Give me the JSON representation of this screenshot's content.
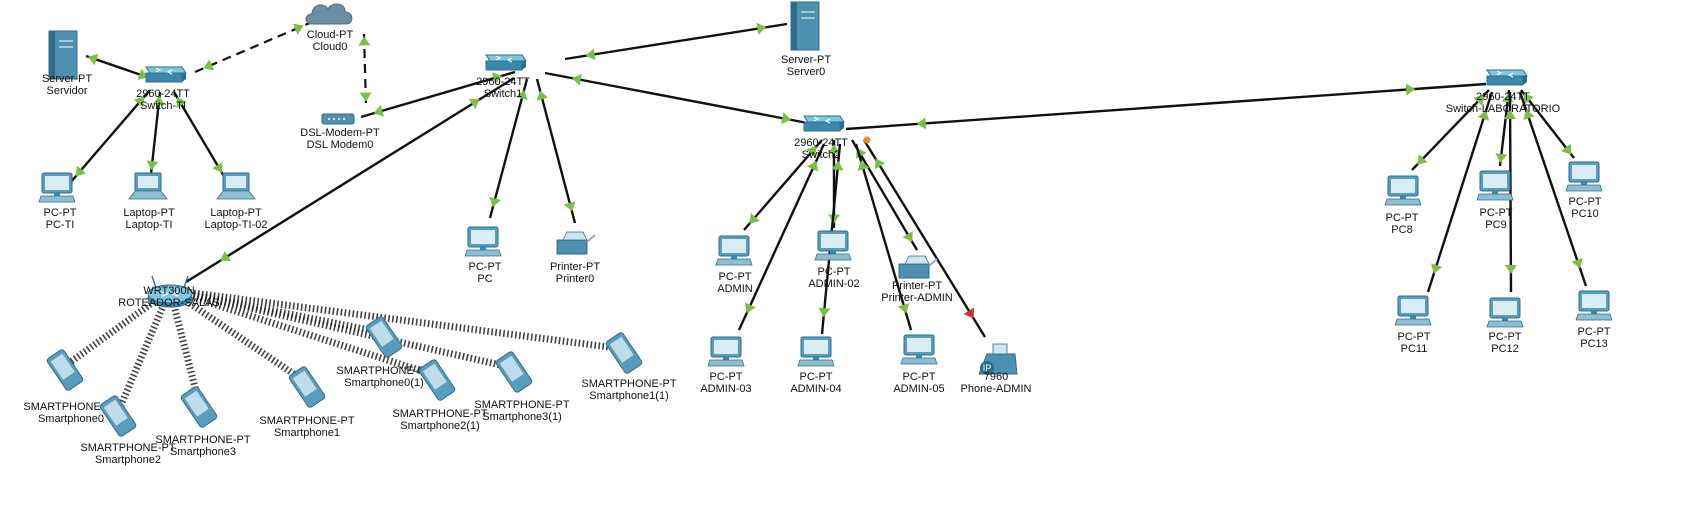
{
  "devices": {
    "server_ti": {
      "type": "Server-PT",
      "name": "Servidor"
    },
    "switch_ti": {
      "type": "2960-24TT",
      "name": "Switch-TI"
    },
    "cloud": {
      "type": "Cloud-PT",
      "name": "Cloud0"
    },
    "modem": {
      "type": "DSL-Modem-PT",
      "name": "DSL Modem0"
    },
    "switch1": {
      "type": "2960-24TT",
      "name": "Switch1"
    },
    "server0": {
      "type": "Server-PT",
      "name": "Server0"
    },
    "switch2": {
      "type": "2960-24TT",
      "name": "Switch2"
    },
    "switch_lab": {
      "type": "2960-24TT",
      "name": "Switch-LABORATORIO"
    },
    "pc_ti": {
      "type": "PC-PT",
      "name": "PC-TI"
    },
    "laptop_ti": {
      "type": "Laptop-PT",
      "name": "Laptop-TI"
    },
    "laptop_ti_02": {
      "type": "Laptop-PT",
      "name": "Laptop-TI-02"
    },
    "pc": {
      "type": "PC-PT",
      "name": "PC"
    },
    "printer0": {
      "type": "Printer-PT",
      "name": "Printer0"
    },
    "router_salas": {
      "type": "WRT300N",
      "name": "ROTEADOR-SALAS"
    },
    "admin": {
      "type": "PC-PT",
      "name": "ADMIN"
    },
    "admin_02": {
      "type": "PC-PT",
      "name": "ADMIN-02"
    },
    "printer_admin": {
      "type": "Printer-PT",
      "name": "Printer-ADMIN"
    },
    "admin_03": {
      "type": "PC-PT",
      "name": "ADMIN-03"
    },
    "admin_04": {
      "type": "PC-PT",
      "name": "ADMIN-04"
    },
    "admin_05": {
      "type": "PC-PT",
      "name": "ADMIN-05"
    },
    "phone_admin": {
      "type": "7960",
      "name": "Phone-ADMIN",
      "badge": "IP"
    },
    "pc8": {
      "type": "PC-PT",
      "name": "PC8"
    },
    "pc9": {
      "type": "PC-PT",
      "name": "PC9"
    },
    "pc10": {
      "type": "PC-PT",
      "name": "PC10"
    },
    "pc11": {
      "type": "PC-PT",
      "name": "PC11"
    },
    "pc12": {
      "type": "PC-PT",
      "name": "PC12"
    },
    "pc13": {
      "type": "PC-PT",
      "name": "PC13"
    },
    "sp0": {
      "type": "SMARTPHONE-PT",
      "name": "Smartphone0"
    },
    "sp2": {
      "type": "SMARTPHONE-PT",
      "name": "Smartphone2"
    },
    "sp3": {
      "type": "SMARTPHONE-PT",
      "name": "Smartphone3"
    },
    "sp1": {
      "type": "SMARTPHONE-PT",
      "name": "Smartphone1"
    },
    "sp0_1": {
      "type": "SMARTPHONE-PT",
      "name": "Smartphone0(1)"
    },
    "sp2_1": {
      "type": "SMARTPHONE-PT",
      "name": "Smartphone2(1)"
    },
    "sp3_1": {
      "type": "SMARTPHONE-PT",
      "name": "Smartphone3(1)"
    },
    "sp1_1": {
      "type": "SMARTPHONE-PT",
      "name": "Smartphone1(1)"
    }
  },
  "links": [
    {
      "from": "server_ti",
      "to": "switch_ti",
      "style": "copper",
      "state": "up"
    },
    {
      "from": "switch_ti",
      "to": "cloud",
      "style": "serial",
      "state": "up"
    },
    {
      "from": "cloud",
      "to": "modem",
      "style": "serial",
      "state": "up"
    },
    {
      "from": "modem",
      "to": "switch1",
      "style": "copper",
      "state": "up"
    },
    {
      "from": "switch_ti",
      "to": "pc_ti",
      "style": "copper",
      "state": "up"
    },
    {
      "from": "switch_ti",
      "to": "laptop_ti",
      "style": "copper",
      "state": "up"
    },
    {
      "from": "switch_ti",
      "to": "laptop_ti_02",
      "style": "copper",
      "state": "up"
    },
    {
      "from": "switch1",
      "to": "server0",
      "style": "copper",
      "state": "up"
    },
    {
      "from": "switch1",
      "to": "router_salas",
      "style": "copper",
      "state": "up"
    },
    {
      "from": "switch1",
      "to": "pc",
      "style": "copper",
      "state": "up"
    },
    {
      "from": "switch1",
      "to": "printer0",
      "style": "copper",
      "state": "up"
    },
    {
      "from": "switch1",
      "to": "switch2",
      "style": "copper",
      "state": "up"
    },
    {
      "from": "switch2",
      "to": "switch_lab",
      "style": "copper",
      "state": "up"
    },
    {
      "from": "switch2",
      "to": "admin",
      "style": "copper",
      "state": "up"
    },
    {
      "from": "switch2",
      "to": "admin_02",
      "style": "copper",
      "state": "up"
    },
    {
      "from": "switch2",
      "to": "printer_admin",
      "style": "copper",
      "state": "up"
    },
    {
      "from": "switch2",
      "to": "admin_03",
      "style": "copper",
      "state": "up"
    },
    {
      "from": "switch2",
      "to": "admin_04",
      "style": "copper",
      "state": "up"
    },
    {
      "from": "switch2",
      "to": "admin_05",
      "style": "copper",
      "state": "up"
    },
    {
      "from": "switch2",
      "to": "phone_admin",
      "style": "copper",
      "state": "down"
    },
    {
      "from": "switch_lab",
      "to": "pc8",
      "style": "copper",
      "state": "up"
    },
    {
      "from": "switch_lab",
      "to": "pc9",
      "style": "copper",
      "state": "up"
    },
    {
      "from": "switch_lab",
      "to": "pc10",
      "style": "copper",
      "state": "up"
    },
    {
      "from": "switch_lab",
      "to": "pc11",
      "style": "copper",
      "state": "up"
    },
    {
      "from": "switch_lab",
      "to": "pc12",
      "style": "copper",
      "state": "up"
    },
    {
      "from": "switch_lab",
      "to": "pc13",
      "style": "copper",
      "state": "up"
    },
    {
      "from": "router_salas",
      "to": "sp0",
      "style": "wireless"
    },
    {
      "from": "router_salas",
      "to": "sp2",
      "style": "wireless"
    },
    {
      "from": "router_salas",
      "to": "sp3",
      "style": "wireless"
    },
    {
      "from": "router_salas",
      "to": "sp1",
      "style": "wireless"
    },
    {
      "from": "router_salas",
      "to": "sp0_1",
      "style": "wireless"
    },
    {
      "from": "router_salas",
      "to": "sp2_1",
      "style": "wireless"
    },
    {
      "from": "router_salas",
      "to": "sp3_1",
      "style": "wireless"
    },
    {
      "from": "router_salas",
      "to": "sp1_1",
      "style": "wireless"
    }
  ],
  "colors": {
    "link_up": "#79c145",
    "link_down": "#d62d2d",
    "device": "#3c88ad"
  }
}
